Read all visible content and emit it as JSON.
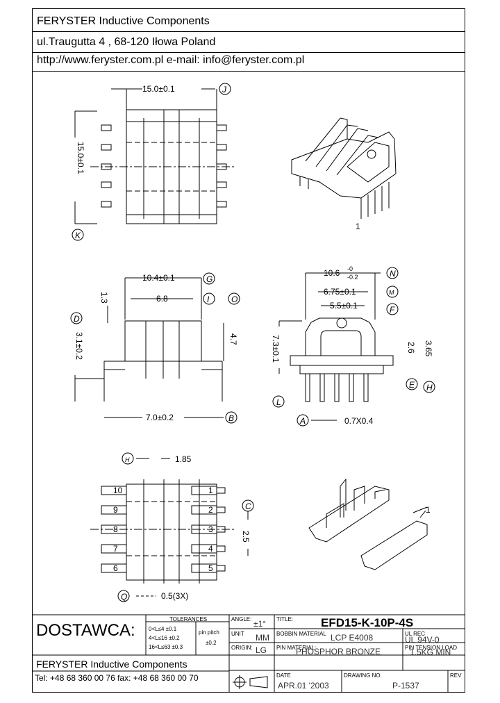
{
  "header": {
    "company": "FERYSTER Inductive Components",
    "address": "ul.Traugutta 4 , 68-120 Iłowa   Poland",
    "contact": "http://www.feryster.com.pl   e-mail: info@feryster.com.pl"
  },
  "dims": {
    "top_width": "15.0±0.1",
    "top_height": "15.0±0.1",
    "side_width": "10.4±0.1",
    "side_inner": "6.8",
    "side_h1": "1.3",
    "side_h2": "4.7",
    "side_h3": "3.1±0.2",
    "side_bottom": "7.0±0.2",
    "front_width_a": "10.6",
    "front_width_tol_hi": "-0",
    "front_width_tol_lo": "-0.2",
    "front_inner1": "6.75±0.1",
    "front_inner2": "5.5±0.1",
    "front_height": "7.3±0.1",
    "front_h_a": "2.6",
    "front_h_b": "3.65",
    "front_pitch": "0.7X0.4",
    "pin_gap": "1.85",
    "pin_offset": "2.5",
    "pin_sep": "0.5(3X)",
    "iso_pin": "1",
    "iso_pin_lower": "1"
  },
  "letters": [
    "J",
    "K",
    "G",
    "I",
    "O",
    "D",
    "B",
    "N",
    "M",
    "F",
    "L",
    "E",
    "H",
    "A",
    "C",
    "Q"
  ],
  "pins_left": [
    "10",
    "9",
    "8",
    "7",
    "6"
  ],
  "pins_right": [
    "1",
    "2",
    "3",
    "4",
    "5"
  ],
  "titleblock": {
    "supplier_label": "DOSTAWCA:",
    "supplier_name": "FERYSTER Inductive Components",
    "supplier_contact": "Tel: +48 68 360 00 76  fax: +48 68 360 00 70",
    "tol_title": "TOLERANCES",
    "tol_rows": [
      "0<L≤4   ±0.1",
      "4<L≤16 ±0.2",
      "16<L≤63 ±0.3"
    ],
    "pin_pitch_label": "pin pitch",
    "pin_pitch_val": "±0.2",
    "angle_label": "ANGLE:",
    "angle_val": "±1°",
    "title_label": "TITLE:",
    "title_val": "EFD15-K-10P-4S",
    "ulrec_label": "UL REC",
    "ulrec_val": "UL 94V-0",
    "unit_label": "UNIT",
    "unit_val": "MM",
    "bobbin_label": "BOBBIN MATERIAL",
    "bobbin_val": "LCP E4008",
    "origin_label": "ORIGIN:",
    "origin_val": "LG",
    "pinmat_label": "PIN MATERIAL:",
    "pinmat_val": "PHOSPHOR BRONZE",
    "pintension_label": "PIN TENSION LOAD",
    "pintension_val": "1.5KG MIN",
    "date_label": "DATE",
    "date_val": "APR.01 '2003",
    "drawing_label": "DRAWING NO.",
    "drawing_val": "P-1537",
    "rev_label": "REV"
  }
}
